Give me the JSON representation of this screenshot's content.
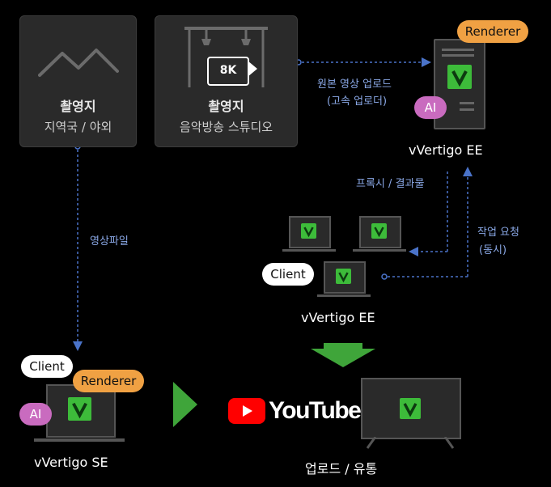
{
  "cards": [
    {
      "title": "촬영지",
      "subtitle": "지역국 / 야외"
    },
    {
      "title": "촬영지",
      "subtitle": "음악방송 스튜디오",
      "badge": "8K"
    }
  ],
  "server": {
    "renderer_label": "Renderer",
    "ai_label": "AI",
    "name": "vVertigo EE"
  },
  "arrows": {
    "upload_line1": "원본 영상 업로드",
    "upload_line2": "(고속 업로더)",
    "proxy": "프록시 / 결과물",
    "request_line1": "작업 요청",
    "request_line2": "(동시)",
    "video_file": "영상파일"
  },
  "client_cluster": {
    "client_label": "Client",
    "name": "vVertigo EE"
  },
  "se_node": {
    "client_label": "Client",
    "renderer_label": "Renderer",
    "ai_label": "AI",
    "name": "vVertigo SE"
  },
  "output": {
    "youtube_text": "YouTube",
    "caption": "업로드 / 유통"
  },
  "colors": {
    "accent_green": "#3dbb3a",
    "arrow_blue": "#4a73c9",
    "label_blue": "#8aa8e6",
    "renderer_orange": "#f0a143",
    "ai_pink": "#c96bbf",
    "youtube_red": "#ff0000"
  }
}
